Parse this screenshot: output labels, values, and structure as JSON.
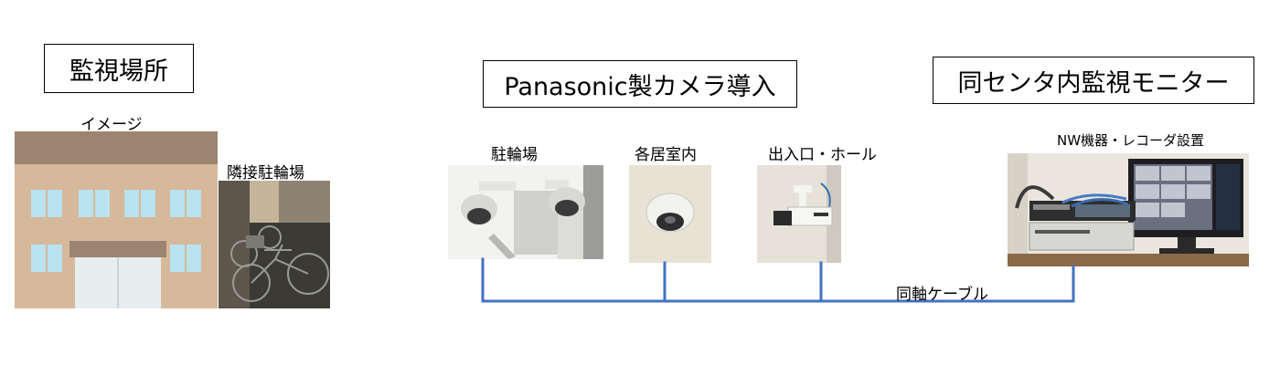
{
  "sections": {
    "location": {
      "title": "監視場所",
      "image_label": "イメージ",
      "parking_label": "隣接駐輪場"
    },
    "cameras": {
      "title": "Panasonic製カメラ導入",
      "items": [
        {
          "label": "駐輪場"
        },
        {
          "label": "各居室内"
        },
        {
          "label": "出入口・ホール"
        }
      ]
    },
    "monitor": {
      "title": "同センタ内監視モニター",
      "equipment_label": "NW機器・レコーダ設置"
    }
  },
  "connection": {
    "cable_label": "同軸ケーブル",
    "line_color": "#4472C4"
  }
}
